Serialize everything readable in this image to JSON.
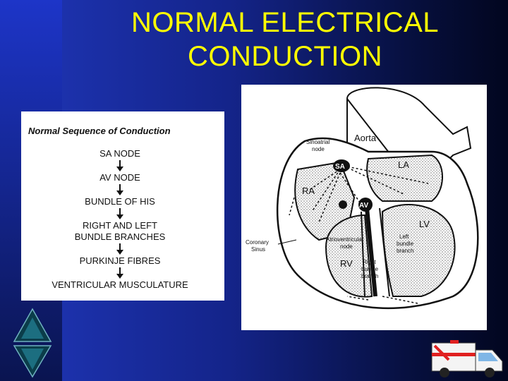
{
  "title": {
    "line1": "NORMAL ELECTRICAL",
    "line2": "CONDUCTION"
  },
  "sequence": {
    "heading": "Normal Sequence of Conduction",
    "steps": [
      "SA NODE",
      "AV NODE",
      "BUNDLE OF HIS",
      "RIGHT AND LEFT",
      "BUNDLE BRANCHES",
      "PURKINJE FIBRES",
      "VENTRICULAR MUSCULATURE"
    ]
  },
  "diagram": {
    "labels": {
      "aorta": "Aorta",
      "sinoatrial_1": "Sinoatrial",
      "sinoatrial_2": "node",
      "sa": "SA",
      "la": "LA",
      "ra": "RA",
      "av": "AV",
      "lv": "LV",
      "rv": "RV",
      "coronary_1": "Coronary",
      "coronary_2": "Sinus",
      "atrio_1": "Atrioventricular",
      "atrio_2": "node",
      "left_1": "Left",
      "left_2": "bundle",
      "left_3": "branch",
      "right_1": "Right",
      "right_2": "bundle",
      "right_3": "branch"
    }
  },
  "colors": {
    "title": "#ffff00",
    "background": "#14248a"
  },
  "icons": [
    "triangle-logo-icon",
    "ambulance-icon"
  ]
}
